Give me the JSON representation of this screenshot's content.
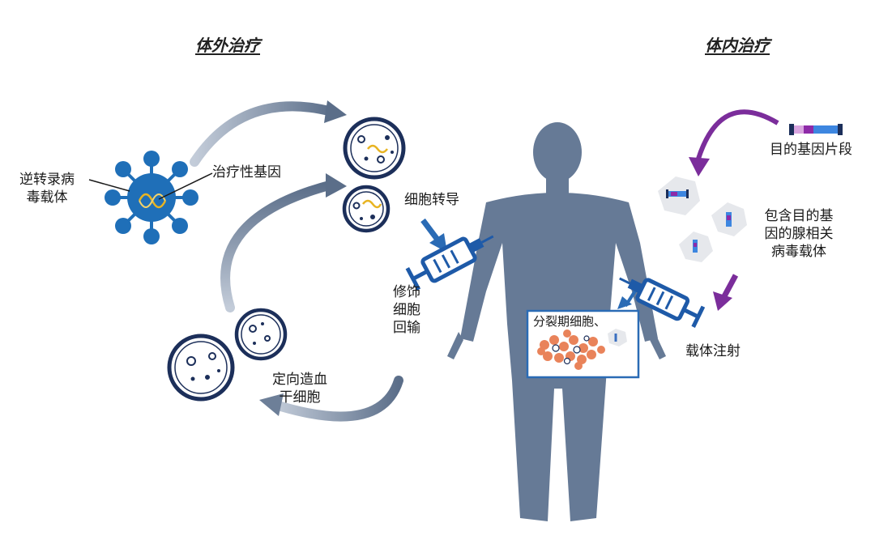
{
  "headings": {
    "ex_vivo": "体外治疗",
    "in_vivo": "体内治疗"
  },
  "labels": {
    "retrovirus_line1": "逆转录病",
    "retrovirus_line2": "毒载体",
    "therapeutic_gene": "治疗性基因",
    "cell_transduction": "细胞转导",
    "modified_cell_return_1": "修饰",
    "modified_cell_return_2": "细胞",
    "modified_cell_return_3": "回输",
    "stem_cell_1": "定向造血",
    "stem_cell_2": "干细胞",
    "target_gene_fragment": "目的基因片段",
    "aav_1": "包含目的基",
    "aav_2": "因的腺相关",
    "aav_3": "病毒载体",
    "vector_injection": "载体注射",
    "dividing_cells": "分裂期细胞、"
  },
  "colors": {
    "body": "#667a96",
    "virus": "#1f6fb8",
    "dish_ring": "#1c2f5a",
    "arrow_grey": "#6d7f98",
    "arrow_purple": "#7b2d9b",
    "arrow_blue": "#2a6bb5",
    "syringe": "#1e5aa8",
    "gene_yellow": "#e8b422",
    "cell_orange": "#e9835a"
  }
}
